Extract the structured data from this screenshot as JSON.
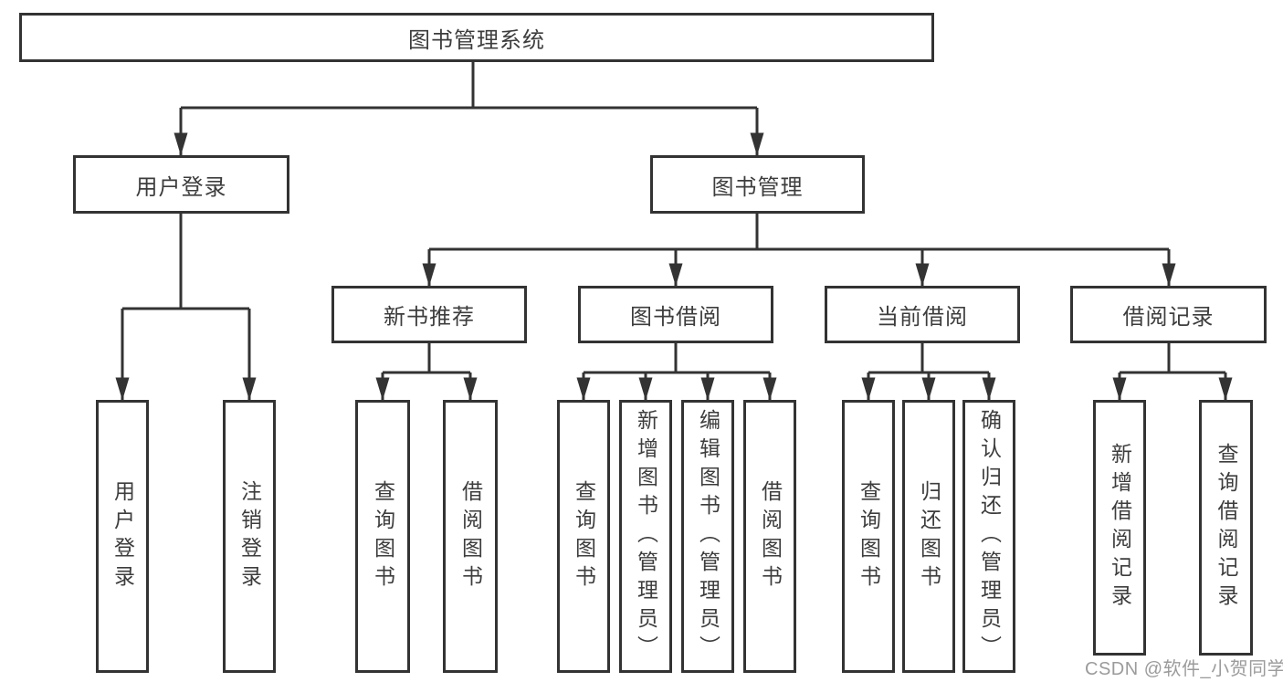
{
  "tree": {
    "root": {
      "label": "图书管理系统"
    },
    "branches": [
      {
        "label": "用户登录",
        "children": [
          {
            "label": "用户登录"
          },
          {
            "label": "注销登录"
          }
        ]
      },
      {
        "label": "图书管理",
        "children": [
          {
            "label": "新书推荐",
            "children": [
              {
                "label": "查询图书"
              },
              {
                "label": "借阅图书"
              }
            ]
          },
          {
            "label": "图书借阅",
            "children": [
              {
                "label": "查询图书"
              },
              {
                "label": "新增图书（管理员）"
              },
              {
                "label": "编辑图书（管理员）"
              },
              {
                "label": "借阅图书"
              }
            ]
          },
          {
            "label": "当前借阅",
            "children": [
              {
                "label": "查询图书"
              },
              {
                "label": "归还图书"
              },
              {
                "label": "确认归还（管理员）"
              }
            ]
          },
          {
            "label": "借阅记录",
            "children": [
              {
                "label": "新增借阅记录"
              },
              {
                "label": "查询借阅记录"
              }
            ]
          }
        ]
      }
    ]
  },
  "watermark": {
    "text": "CSDN @软件_小贺同学"
  },
  "colors": {
    "line": "#333333",
    "border": "#333333",
    "text": "#3d3d3d",
    "watermark": "#9b9b9b",
    "background": "#ffffff"
  }
}
